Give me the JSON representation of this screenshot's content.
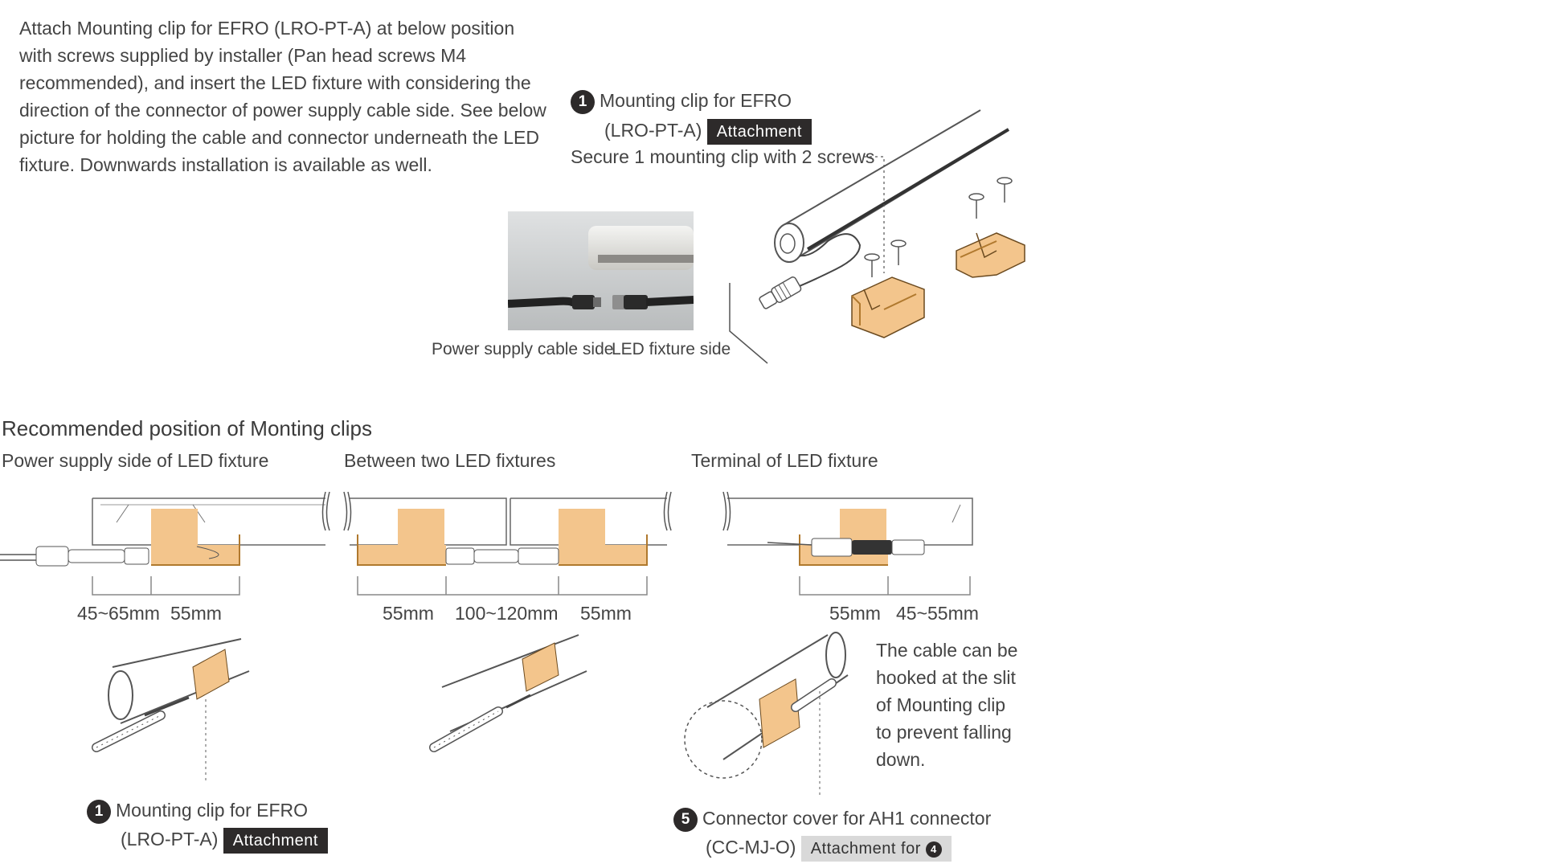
{
  "intro": "Attach Mounting clip for EFRO (LRO-PT-A) at below position with screws supplied by installer (Pan head screws M4 recommended), and insert the LED fixture with considering the direction of the connector of power supply cable side. See below picture for holding the cable and connector underneath the LED fixture. Downwards installation is available as well.",
  "callout_top": {
    "number": "1",
    "line1": "Mounting clip for EFRO",
    "line2": "(LRO-PT-A)",
    "badge": "Attachment",
    "note": "Secure 1 mounting clip with 2 screws"
  },
  "photo": {
    "left_caption": "Power supply cable side",
    "right_caption": "LED fixture side"
  },
  "section": {
    "title": "Recommended position of Monting clips",
    "col1": "Power supply side of LED fixture",
    "col2": "Between two LED fixtures",
    "col3": "Terminal of LED fixture"
  },
  "dims": {
    "a1": "45~65mm",
    "a2": "55mm",
    "b1": "55mm",
    "b2": "100~120mm",
    "b3": "55mm",
    "c1": "55mm",
    "c2": "45~55mm"
  },
  "cable_note": [
    "The cable can be",
    "hooked at the slit",
    "of Mounting clip",
    "to prevent falling",
    "down."
  ],
  "callout_bottom_left": {
    "number": "1",
    "line1": "Mounting clip for EFRO",
    "line2": "(LRO-PT-A)",
    "badge": "Attachment"
  },
  "callout_bottom_right": {
    "number": "5",
    "line1": "Connector cover for AH1 connector",
    "line2": "(CC-MJ-O)",
    "badge": "Attachment for",
    "badge_num": "4"
  },
  "colors": {
    "clip": "#f3c58c",
    "clip_dark": "#b0792e",
    "badge_dark": "#2d2a2a",
    "badge_light": "#d9d9d9"
  }
}
